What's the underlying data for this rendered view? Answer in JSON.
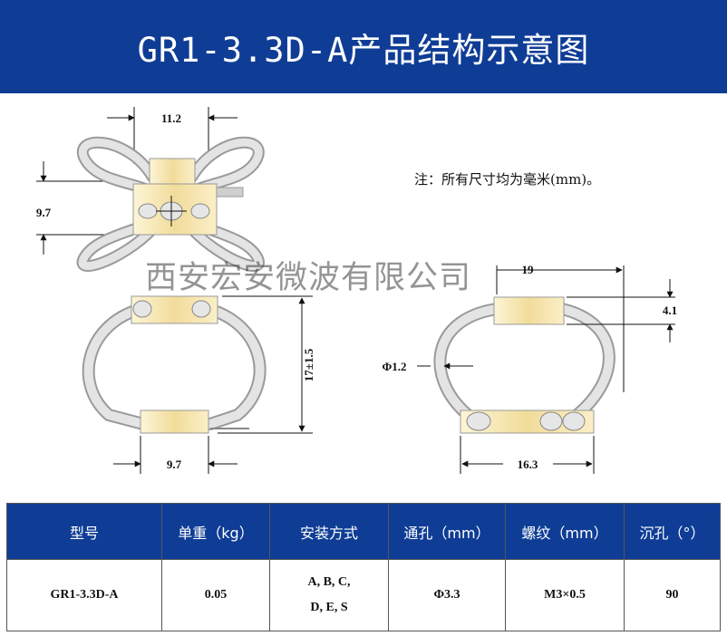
{
  "title": "GR1-3.3D-A产品结构示意图",
  "note": "注：所有尺寸均为毫米(mm)。",
  "watermark": "西安宏安微波有限公司",
  "dimensions": {
    "top_width": "11.2",
    "top_height": "9.7",
    "front_height": "17±1.5",
    "front_base_width": "9.7",
    "side_top_width": "19",
    "side_block_height": "4.1",
    "wire_diameter": "Φ1.2",
    "side_base_width": "16.3"
  },
  "table": {
    "headers": [
      "型号",
      "单重（kg）",
      "安装方式",
      "通孔（mm）",
      "螺纹（mm）",
      "沉孔（°）"
    ],
    "row": {
      "model": "GR1-3.3D-A",
      "weight": "0.05",
      "mount_line1": "A, B, C,",
      "mount_line2": "D, E, S",
      "through_hole": "Φ3.3",
      "thread": "M3×0.5",
      "countersink": "90"
    }
  },
  "colors": {
    "banner": "#0f3d96",
    "block": "#f3e2a6",
    "wire": "#d9d9d9"
  }
}
